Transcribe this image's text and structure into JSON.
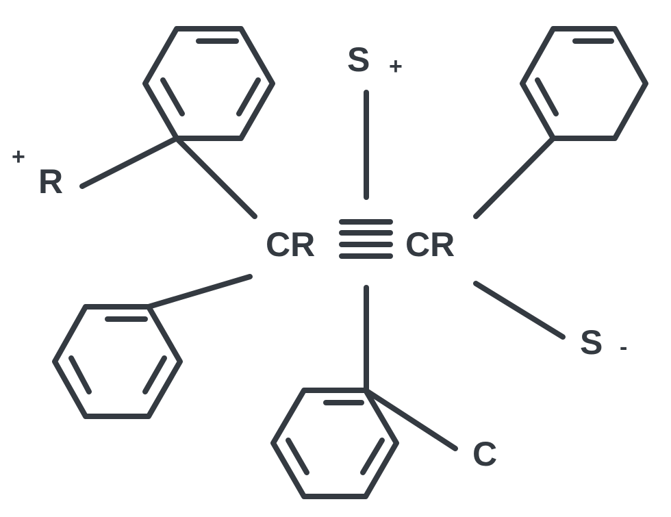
{
  "diagram": {
    "type": "chemical-structure",
    "line_color": "#343a41",
    "background": "#ffffff",
    "atoms": {
      "cr_left": "CR",
      "cr_right": "CR",
      "s_top": "S",
      "s_right": "S",
      "r_left": "R",
      "c_bottom": "C"
    },
    "charges": {
      "s_top": "+",
      "s_right": "-",
      "r_left": "+"
    },
    "bonds": [
      {
        "from": "cr_left",
        "to": "cr_right",
        "order": 4
      },
      {
        "from": "cr_left",
        "to": "phenyl_top_left",
        "order": 1
      },
      {
        "from": "cr_left",
        "to": "phenyl_bottom_left",
        "order": 1
      },
      {
        "from": "cr_right",
        "to": "phenyl_top_right",
        "order": 1
      },
      {
        "from": "cr_right",
        "to": "s_right",
        "order": 1
      },
      {
        "from": "center",
        "to": "s_top",
        "order": 1
      },
      {
        "from": "center",
        "to": "phenyl_bottom_center",
        "order": 1
      },
      {
        "from": "phenyl_top_left",
        "to": "r_left",
        "order": 1
      },
      {
        "from": "phenyl_bottom_center",
        "to": "c_bottom",
        "order": 1
      }
    ],
    "rings": [
      "phenyl_top_left",
      "phenyl_top_right",
      "phenyl_bottom_left",
      "phenyl_bottom_center"
    ]
  }
}
